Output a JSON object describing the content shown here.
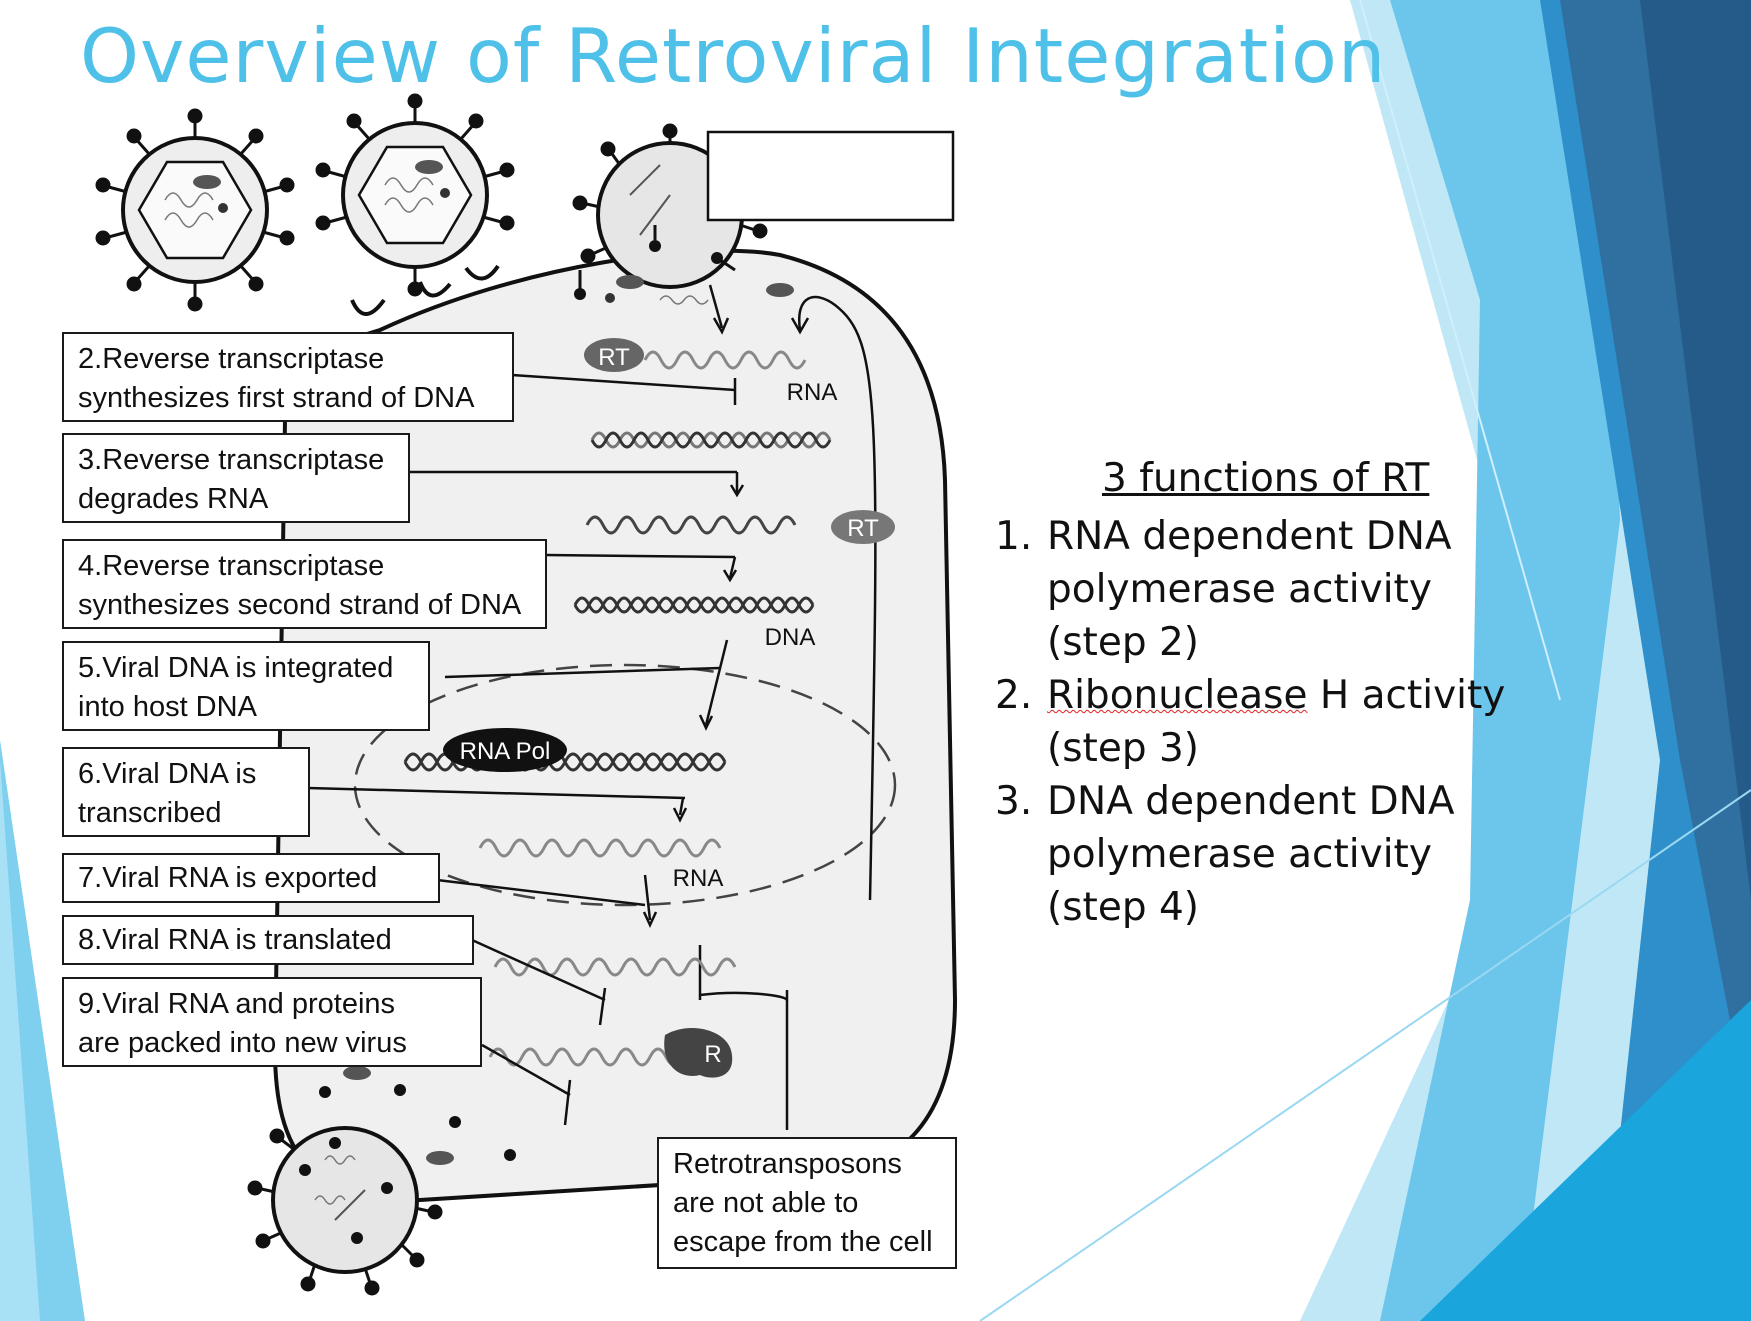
{
  "title": "Overview of Retroviral Integration",
  "steps": [
    {
      "num": "2.",
      "line1": "Reverse transcriptase",
      "line2": "synthesizes first strand of DNA"
    },
    {
      "num": "3.",
      "line1": "Reverse transcriptase",
      "line2": "degrades RNA"
    },
    {
      "num": "4.",
      "line1": "Reverse transcriptase",
      "line2": "synthesizes second strand of DNA"
    },
    {
      "num": "5.",
      "line1": "Viral DNA is integrated",
      "line2": "into host DNA"
    },
    {
      "num": "6.",
      "line1": "Viral DNA is",
      "line2": "transcribed"
    },
    {
      "num": "7.",
      "line1": "Viral RNA is exported",
      "line2": ""
    },
    {
      "num": "8.",
      "line1": "Viral RNA is translated",
      "line2": ""
    },
    {
      "num": "9.",
      "line1": "Viral RNA and proteins",
      "line2": "are packed into new virus"
    }
  ],
  "retro_note": {
    "line1": "Retrotransposons",
    "line2": "are not able to",
    "line3": "escape from the cell"
  },
  "diagram_labels": {
    "rt": "RT",
    "rna": "RNA",
    "dna": "DNA",
    "rna_pol": "RNA Pol",
    "ribosome": "R"
  },
  "rt_functions": {
    "heading": "3 functions of RT",
    "items": [
      {
        "num": "1.",
        "line1": "RNA dependent DNA",
        "line2": "polymerase activity",
        "line3": "(step 2)"
      },
      {
        "num": "2.",
        "word1": "Ribonuclease",
        "rest1": " H activity",
        "line2": "(step 3)"
      },
      {
        "num": "3.",
        "line1": "DNA dependent DNA",
        "line2": "polymerase activity",
        "line3": "(step 4)"
      }
    ]
  },
  "colors": {
    "title": "#4FC1E8",
    "accent_blue": "#2E8FCB",
    "dark_blue": "#1F5E8F"
  }
}
